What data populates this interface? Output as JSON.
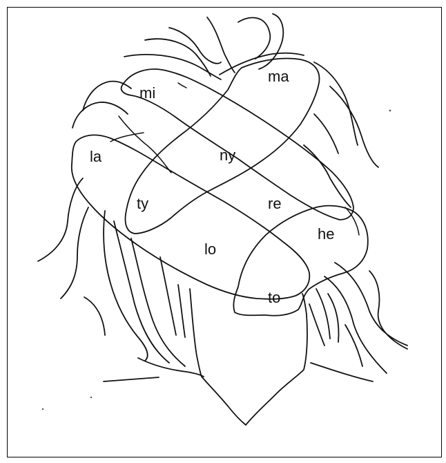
{
  "regions": [
    {
      "id": "mi",
      "label": "mi"
    },
    {
      "id": "ma",
      "label": "ma"
    },
    {
      "id": "la",
      "label": "la"
    },
    {
      "id": "ny",
      "label": "ny"
    },
    {
      "id": "ty",
      "label": "ty"
    },
    {
      "id": "re",
      "label": "re"
    },
    {
      "id": "he",
      "label": "he"
    },
    {
      "id": "lo",
      "label": "lo"
    },
    {
      "id": "to",
      "label": "to"
    }
  ]
}
